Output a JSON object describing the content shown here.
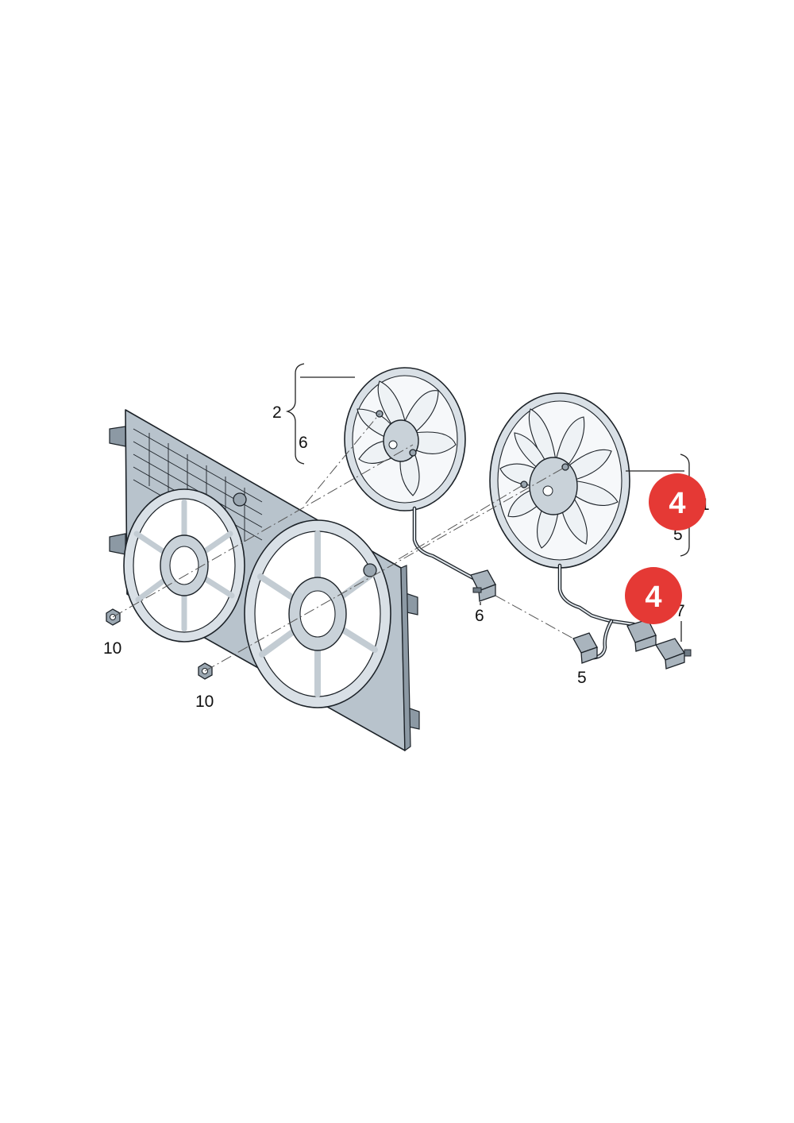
{
  "callouts": {
    "label_2": "2",
    "label_6_upper": "6",
    "label_1": "1",
    "label_5_right": "5",
    "label_6_connector": "6",
    "label_7": "7",
    "label_5_connector": "5",
    "label_10_upper": "10",
    "label_10_lower": "10"
  },
  "badges": {
    "badge_upper": "4",
    "badge_lower": "4"
  },
  "colors": {
    "badge": "#e53935",
    "frame": "#b8c3cc",
    "outline": "#1c2228"
  }
}
